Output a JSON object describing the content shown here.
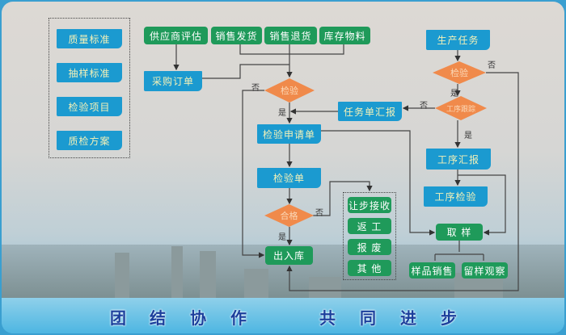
{
  "standards": [
    "质量标准",
    "抽样标准",
    "检验项目",
    "质检方案"
  ],
  "top_sources": [
    "供应商评估",
    "销售发货",
    "销售退货",
    "库存物料"
  ],
  "purchase_order": "采购订单",
  "inspect_1": "检验",
  "task_report": "任务单汇报",
  "inspect_request": "检验申请单",
  "inspect_sheet": "检验单",
  "qualified": "合格",
  "in_out_stock": "出入库",
  "disposals": [
    "让步接收",
    "返 工",
    "报 废",
    "其 他"
  ],
  "production_task": "生产任务",
  "inspect_2": "检验",
  "process_tracking": "工序跟踪",
  "process_report": "工序汇报",
  "process_inspect": "工序检验",
  "sampling": "取 样",
  "sample_sales": "样品销售",
  "sample_retain": "留样观察",
  "yes": "是",
  "no": "否",
  "slogan": [
    "团",
    "结",
    "协",
    "作",
    "共",
    "同",
    "进",
    "步"
  ]
}
